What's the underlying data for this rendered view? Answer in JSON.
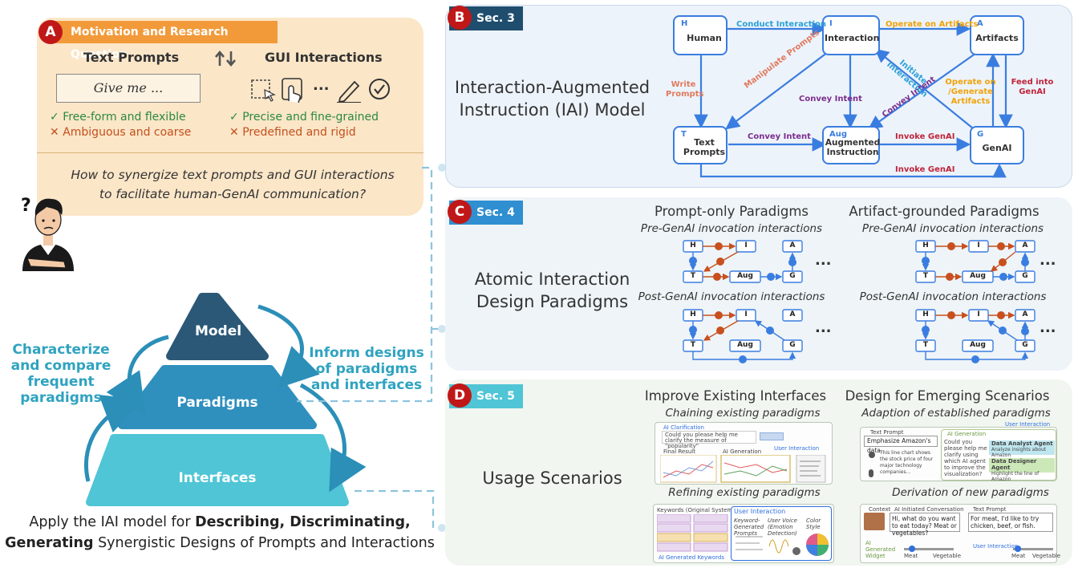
{
  "panelA": {
    "badge": "A",
    "title": "Motivation and Research Question",
    "left_head": "Text Prompts",
    "right_head": "GUI Interactions",
    "prompt_example": "Give me ...",
    "gui_dots": "...",
    "left_pro": "Free-form and flexible",
    "left_con": "Ambiguous and coarse",
    "right_pro": "Precise and fine-grained",
    "right_con": "Predefined and rigid",
    "check": "✓",
    "cross": "✕",
    "question_line1": "How to synergize text prompts and GUI interactions",
    "question_line2": "to facilitate human-GenAI communication?"
  },
  "left": {
    "char_qmark": "?",
    "characterize_lines": [
      "Characterize",
      "and compare",
      "frequent",
      "paradigms"
    ],
    "inform_lines": [
      "Inform designs",
      "of paradigms",
      "and interfaces"
    ],
    "pyramid": {
      "top": "Model",
      "middle": "Paradigms",
      "bottom": "Interfaces"
    },
    "apply_pre": "Apply the IAI model for ",
    "apply_bold1": "Describing, Discriminating,",
    "apply_bold2": "Generating",
    "apply_post": " Synergistic Designs of Prompts and Interactions"
  },
  "panelB": {
    "badge": "B",
    "sec": "Sec. 3",
    "label_line1": "Interaction-Augmented",
    "label_line2": "Instruction (IAI) Model",
    "nodes": {
      "H": {
        "tag": "H",
        "name": "Human"
      },
      "I": {
        "tag": "I",
        "name": "Interaction"
      },
      "A": {
        "tag": "A",
        "name": "Artifacts"
      },
      "T": {
        "tag": "T",
        "name": "Text\nPrompts"
      },
      "Aug": {
        "tag": "Aug",
        "name": "Augmented\nInstruction"
      },
      "G": {
        "tag": "G",
        "name": "GenAI"
      }
    },
    "edges": {
      "conduct": "Conduct Interaction",
      "operate": "Operate on Artifacts",
      "write1": "Write",
      "write2": "Prompts",
      "manipulate": "Manipulate Prompts",
      "convey_i": "Convey Intent",
      "convey_a": "Convey Intent",
      "initiate1": "Initiate",
      "initiate2": "Interaction",
      "operate_gen1": "Operate on",
      "operate_gen2": "/Generate",
      "operate_gen3": "Artifacts",
      "feed1": "Feed into",
      "feed2": "GenAI",
      "convey_t": "Convey Intent",
      "invoke1": "Invoke GenAI",
      "invoke2": "Invoke GenAI"
    }
  },
  "panelC": {
    "badge": "C",
    "sec": "Sec. 4",
    "label_line1": "Atomic Interaction",
    "label_line2": "Design Paradigms",
    "prompt_only": "Prompt-only Paradigms",
    "artifact_grounded": "Artifact-grounded Paradigms",
    "pre": "Pre-GenAI invocation interactions",
    "post": "Post-GenAI invocation interactions",
    "ellipsis": "...",
    "node_labels": [
      "H",
      "I",
      "A",
      "T",
      "Aug",
      "G"
    ]
  },
  "panelD": {
    "badge": "D",
    "sec": "Sec. 5",
    "label": "Usage Scenarios",
    "improve": "Improve Existing Interfaces",
    "design": "Design for Emerging Scenarios",
    "chaining": "Chaining existing paradigms",
    "refining": "Refining existing paradigms",
    "adaption": "Adaption of established paradigms",
    "derivation": "Derivation of new paradigms",
    "t1": {
      "ai_clarification": "AI Clarification",
      "clarify_q": "Could you please help me clarify the measure of \"popularity\"",
      "user_interaction": "User Interaction",
      "final_result": "Final Result",
      "generation": "AI Generation"
    },
    "t2": {
      "keywords_title": "Keywords (Original System)",
      "ai_keywords": "AI Generated Keywords",
      "user_interaction": "User Interaction",
      "kw_prompts": "Keyword-Generated Prompts",
      "voice": "User Voice (Emotion Detection)",
      "color": "Color Style"
    },
    "t3": {
      "text_prompt": "Text Prompt",
      "prompt_text": "Emphasize Amazon's data.",
      "note": "This line chart shows the stock price of four major technology companies...",
      "ai_generation": "AI Generation",
      "user_interaction": "User Interaction",
      "question": "Could you please help me clarify using which AI agent to improve the visualization?",
      "agent1": "Data Analyst Agent",
      "agent1_sub": "Analyze insights about Amazon",
      "agent2": "Data Designer Agent",
      "agent2_sub": "Highlight the line of Amazon"
    },
    "t4": {
      "context": "Context",
      "ai_conv": "AI Initiated Conversation",
      "conv_text": "Hi, what do you want to eat today? Meat or vegetables?",
      "widget": "AI Generated Widget",
      "meat": "Meat",
      "veg": "Vegetable",
      "text_prompt": "Text Prompt",
      "prompt_text": "For meat, I'd like to try chicken, beef, or fish.",
      "user_interaction": "User Interaction"
    }
  },
  "colors": {
    "blue": "#2f6fde",
    "orange": "#f29a3a",
    "red_badge": "#c01818",
    "teal": "#2fa3c0",
    "navy": "#1f4d6e",
    "manipulate": "#e07a5f",
    "convey": "#7b2d8e",
    "invoke": "#c0243b",
    "operate": "#f0a30a"
  }
}
